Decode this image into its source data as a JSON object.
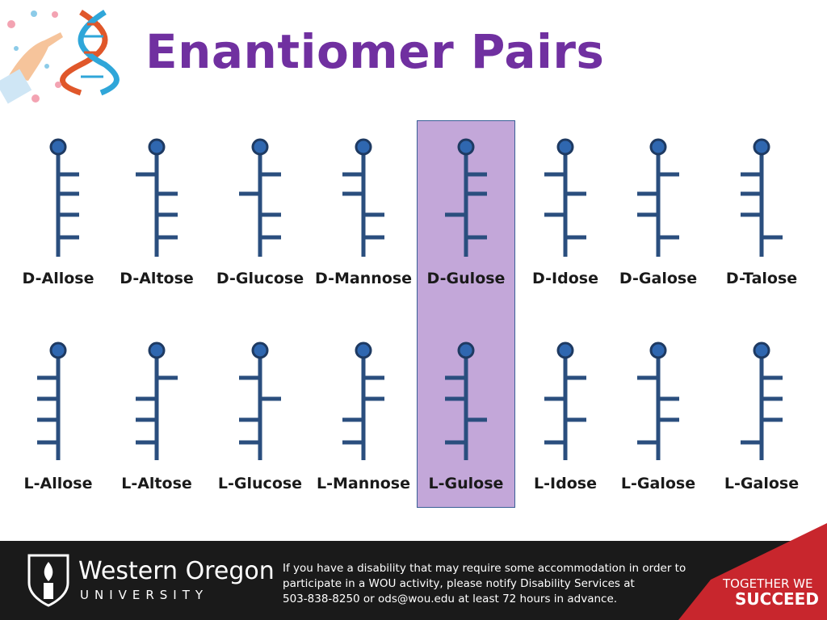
{
  "title": "Enantiomer Pairs",
  "colors": {
    "title": "#7030a0",
    "stick": "#2a4e7e",
    "head": "#2f67b0",
    "highlight": "#c3a7d9",
    "footer": "#1a1a1a",
    "red_tab": "#c8262d"
  },
  "d_sugars": [
    {
      "label": "D-Allose",
      "branches": [
        "R",
        "R",
        "R",
        "R"
      ]
    },
    {
      "label": "D-Altose",
      "branches": [
        "L",
        "R",
        "R",
        "R"
      ]
    },
    {
      "label": "D-Glucose",
      "branches": [
        "R",
        "L",
        "R",
        "R"
      ]
    },
    {
      "label": "D-Mannose",
      "branches": [
        "L",
        "L",
        "R",
        "R"
      ]
    },
    {
      "label": "D-Gulose",
      "branches": [
        "R",
        "R",
        "L",
        "R"
      ]
    },
    {
      "label": "D-Idose",
      "branches": [
        "L",
        "R",
        "L",
        "R"
      ]
    },
    {
      "label": "D-Galose",
      "branches": [
        "R",
        "L",
        "L",
        "R"
      ]
    },
    {
      "label": "D-Talose",
      "branches": [
        "L",
        "L",
        "L",
        "R"
      ]
    }
  ],
  "l_sugars": [
    {
      "label": "L-Allose",
      "branches": [
        "L",
        "L",
        "L",
        "L"
      ]
    },
    {
      "label": "L-Altose",
      "branches": [
        "R",
        "L",
        "L",
        "L"
      ]
    },
    {
      "label": "L-Glucose",
      "branches": [
        "L",
        "R",
        "L",
        "L"
      ]
    },
    {
      "label": "L-Mannose",
      "branches": [
        "R",
        "R",
        "L",
        "L"
      ]
    },
    {
      "label": "L-Gulose",
      "branches": [
        "L",
        "L",
        "R",
        "L"
      ]
    },
    {
      "label": "L-Idose",
      "branches": [
        "R",
        "L",
        "R",
        "L"
      ]
    },
    {
      "label": "L-Galose",
      "branches": [
        "L",
        "R",
        "R",
        "L"
      ]
    },
    {
      "label": "L-Galose",
      "branches": [
        "R",
        "R",
        "R",
        "L"
      ]
    }
  ],
  "highlight_index": 4,
  "footer": {
    "university_name": "Western Oregon",
    "university_sub": "UNIVERSITY",
    "notice_lines": [
      "If you have a disability that may require some accommodation in order to",
      "participate in a WOU activity, please notify Disability Services at",
      "503-838-8250 or ods@wou.edu at least 72 hours in advance."
    ],
    "slogan_1": "TOGETHER WE",
    "slogan_2": "SUCCEED"
  }
}
